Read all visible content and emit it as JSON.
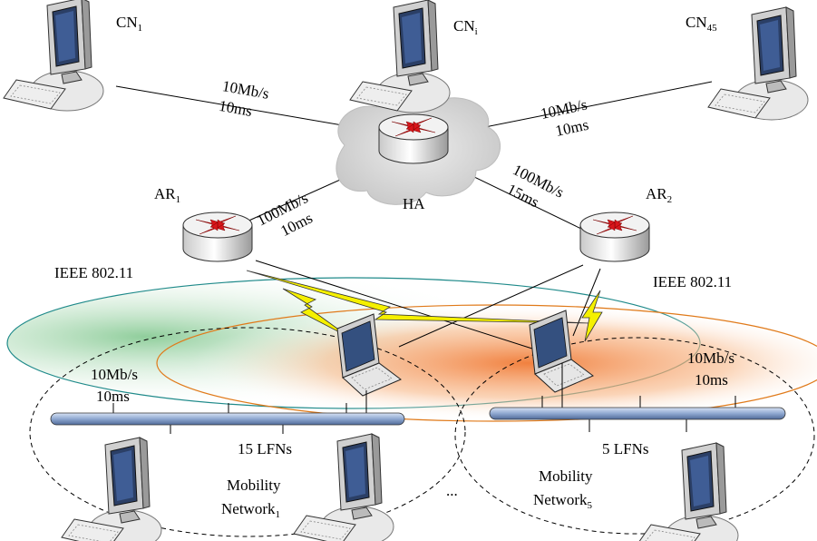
{
  "nodes": {
    "cn1": {
      "base": "CN",
      "sub": "1"
    },
    "cni": {
      "base": "CN",
      "sub": "i"
    },
    "cn45": {
      "base": "CN",
      "sub": "45"
    },
    "ha": "HA",
    "ar1": {
      "base": "AR",
      "sub": "1"
    },
    "ar2": {
      "base": "AR",
      "sub": "2"
    }
  },
  "links": {
    "cn1_ha": {
      "bw": "10Mb/s",
      "delay": "10ms"
    },
    "cn45_ha": {
      "bw": "10Mb/s",
      "delay": "10ms"
    },
    "ar1_ha": {
      "bw": "100Mb/s",
      "delay": "10ms"
    },
    "ar2_ha": {
      "bw": "100Mb/s",
      "delay": "15ms"
    },
    "lan1": {
      "bw": "10Mb/s",
      "delay": "10ms"
    },
    "lan5": {
      "bw": "10Mb/s",
      "delay": "10ms"
    }
  },
  "wireless": {
    "left": "IEEE 802.11",
    "right": "IEEE 802.11"
  },
  "networks": {
    "net1": {
      "lfns": "15 LFNs",
      "line1": "Mobility",
      "line2": "Network",
      "sub": "1"
    },
    "net5": {
      "lfns": "5 LFNs",
      "line1": "Mobility",
      "line2": "Network",
      "sub": "5"
    }
  },
  "ellipsis": "...",
  "colors": {
    "router_red": "#d8161b",
    "cloud": "#cfcfcf",
    "bus": "#8fa8d0",
    "lightning": "#f5f000",
    "coverage_left": "#1f8a8a",
    "coverage_right": "#e07a1a"
  }
}
